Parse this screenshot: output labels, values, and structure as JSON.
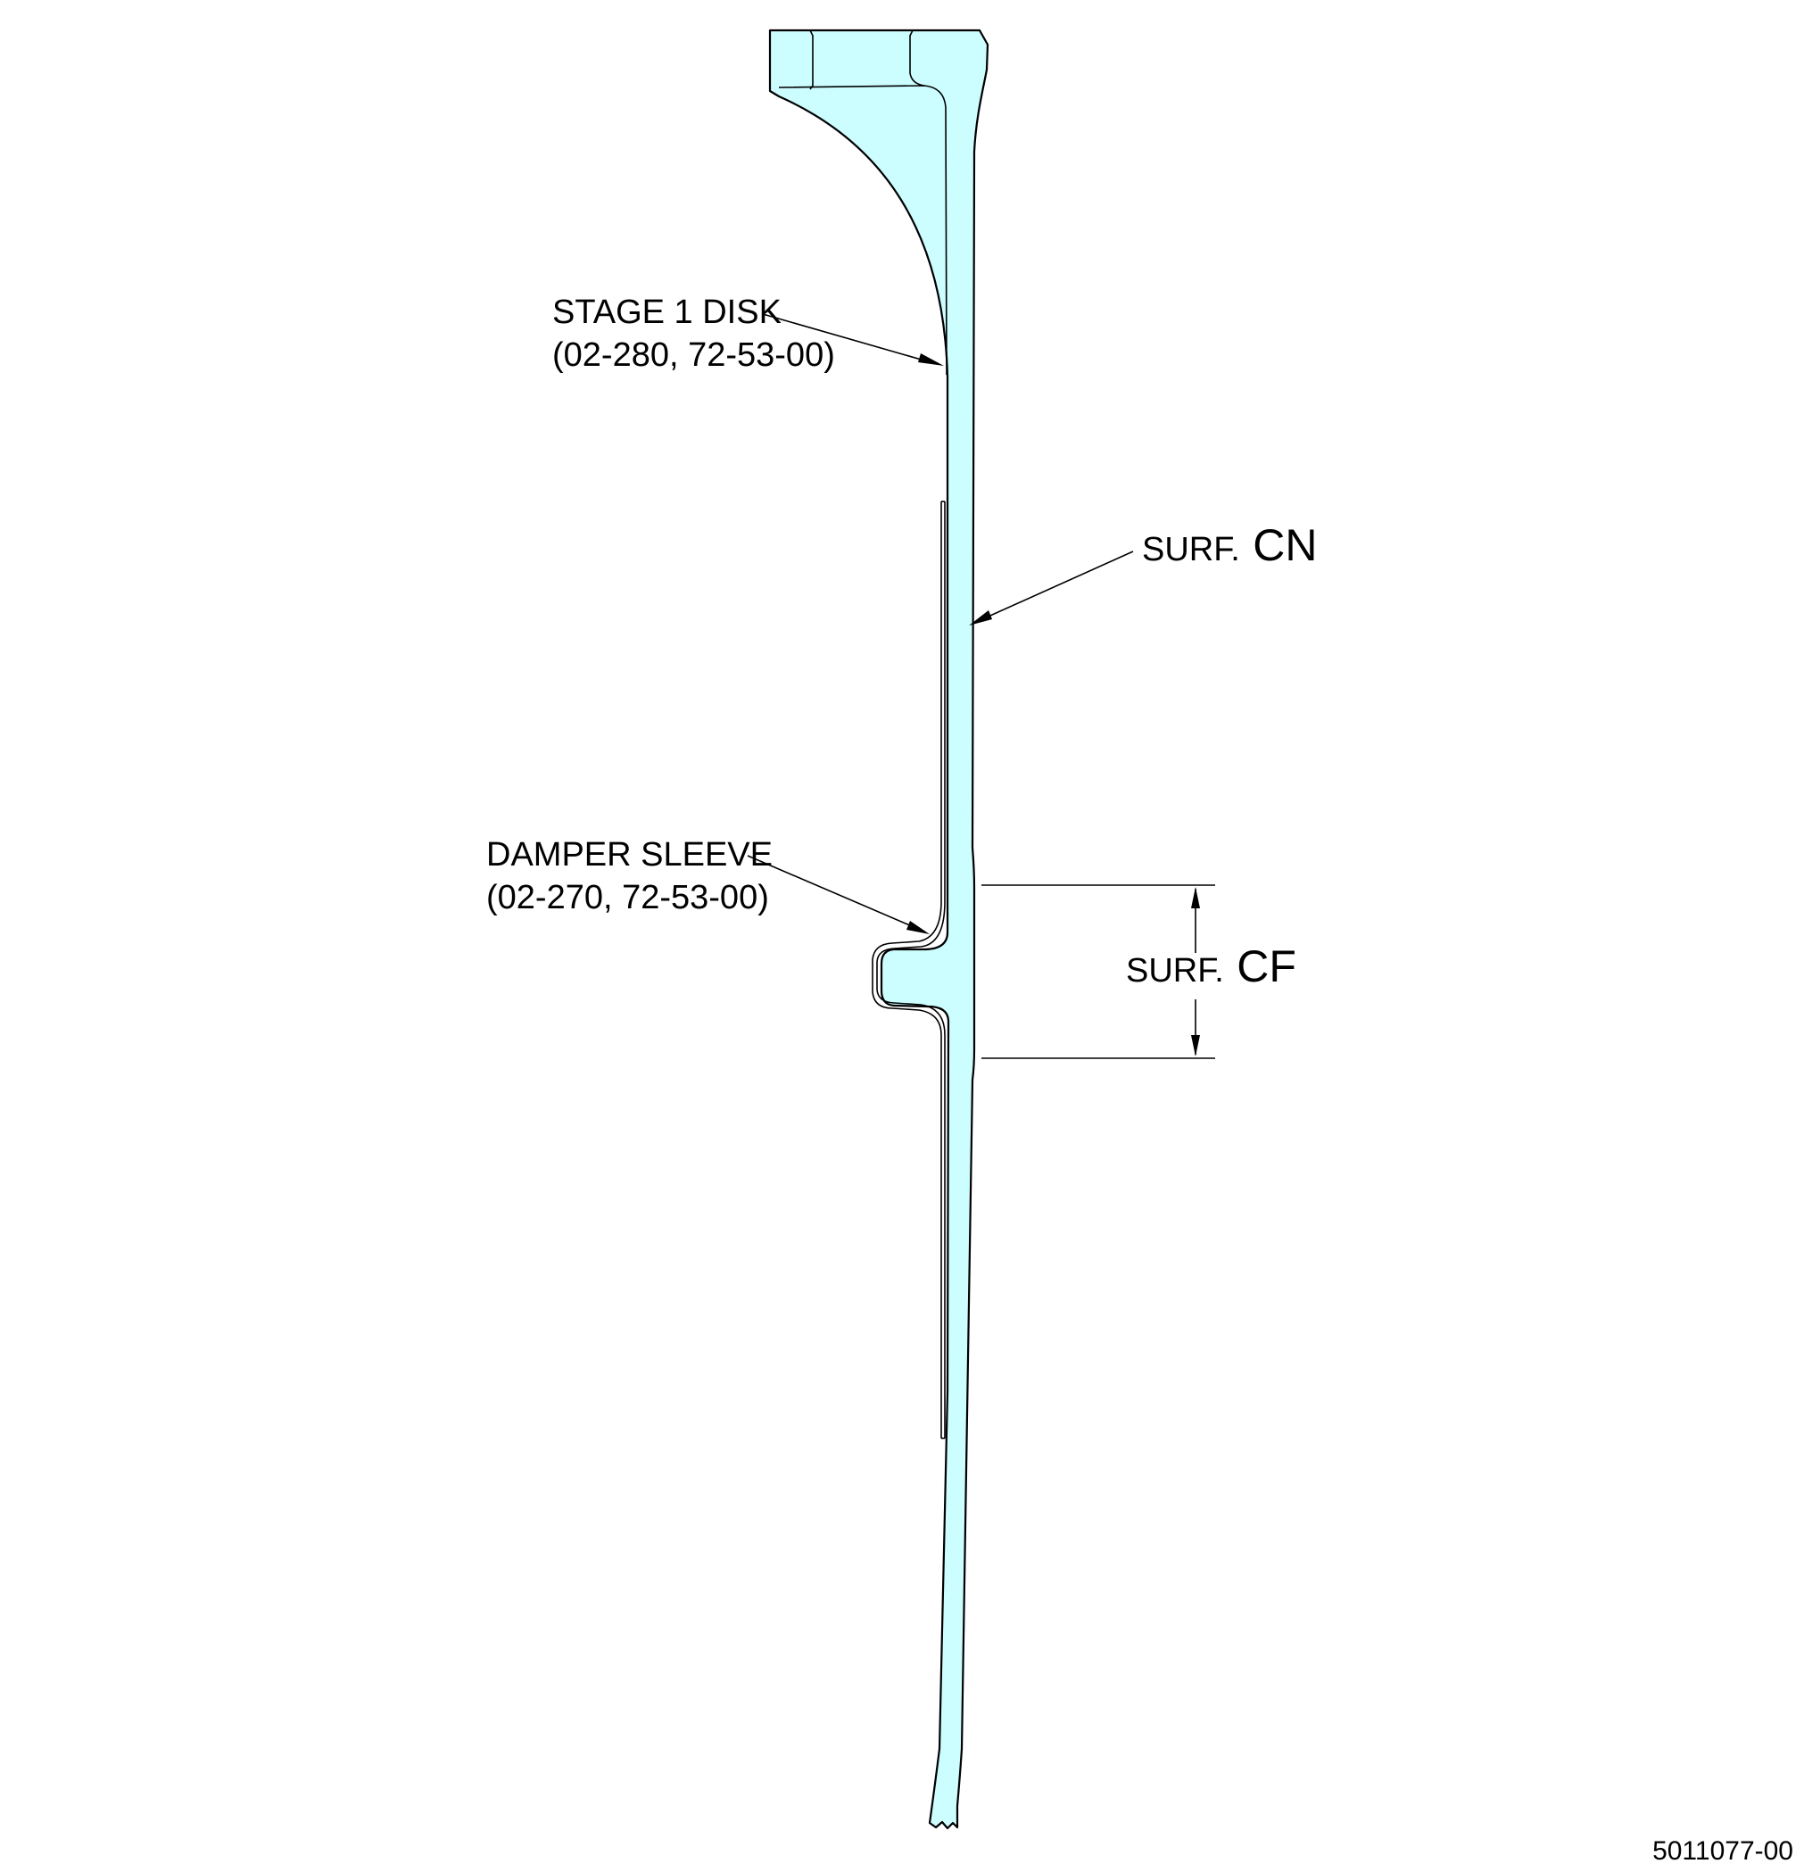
{
  "colors": {
    "part_fill": "#ccfdff",
    "line": "#000000",
    "background": "#ffffff"
  },
  "labels": {
    "stage1_disk": {
      "line1": "STAGE 1 DISK",
      "line2": "(02-280, 72-53-00)"
    },
    "damper_sleeve": {
      "line1": "DAMPER SLEEVE",
      "line2": "(02-270, 72-53-00)"
    },
    "surf_cn": {
      "prefix": "SURF.",
      "code": "CN"
    },
    "surf_cf": {
      "prefix": "SURF.",
      "code": "CF"
    },
    "figure_number": "5011077-00"
  }
}
